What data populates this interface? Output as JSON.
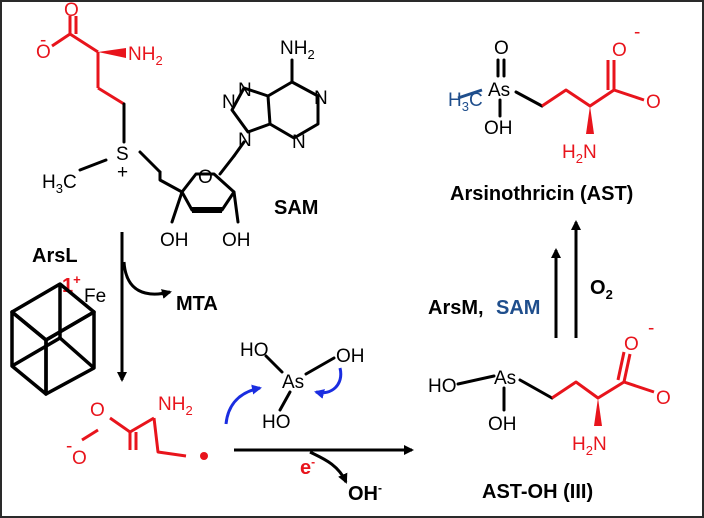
{
  "colors": {
    "black": "#000000",
    "red": "#e8141c",
    "blue": "#1f4e8c",
    "curly": "#1a2de0",
    "frame": "#2a2a2a"
  },
  "labels": {
    "sam": "SAM",
    "arsl": "ArsL",
    "charge": "1+",
    "mta": "MTA",
    "arsinothricin": "Arsinothricin (AST)",
    "ast_oh": "AST-OH (III)",
    "arsm": "ArsM,",
    "sam_cofactor": "SAM",
    "o2": "O2",
    "electron": "e-",
    "hydroxide": "OH-"
  },
  "molecules": {
    "sam": {
      "o_minus": "O",
      "nh2": "NH2",
      "s_plus": "S",
      "h3c": "H3C",
      "ring_o": "O",
      "oh_left": "OH",
      "oh_right": "OH",
      "n_label": "N",
      "amine_top": "NH2"
    },
    "arsenous": {
      "as": "As",
      "ho_top": "HO",
      "oh_right": "OH",
      "ho_bottom": "HO"
    },
    "radical": {
      "nh2": "NH2",
      "o_minus": "O",
      "o": "O"
    },
    "ast": {
      "h3c": "H3C",
      "as": "As",
      "o_top": "O",
      "oh": "OH",
      "h2n": "H2N",
      "o": "O"
    },
    "ast_oh": {
      "ho": "HO",
      "as": "As",
      "oh": "OH",
      "h2n": "H2N",
      "o": "O"
    },
    "cluster": {
      "fe": "Fe"
    }
  }
}
